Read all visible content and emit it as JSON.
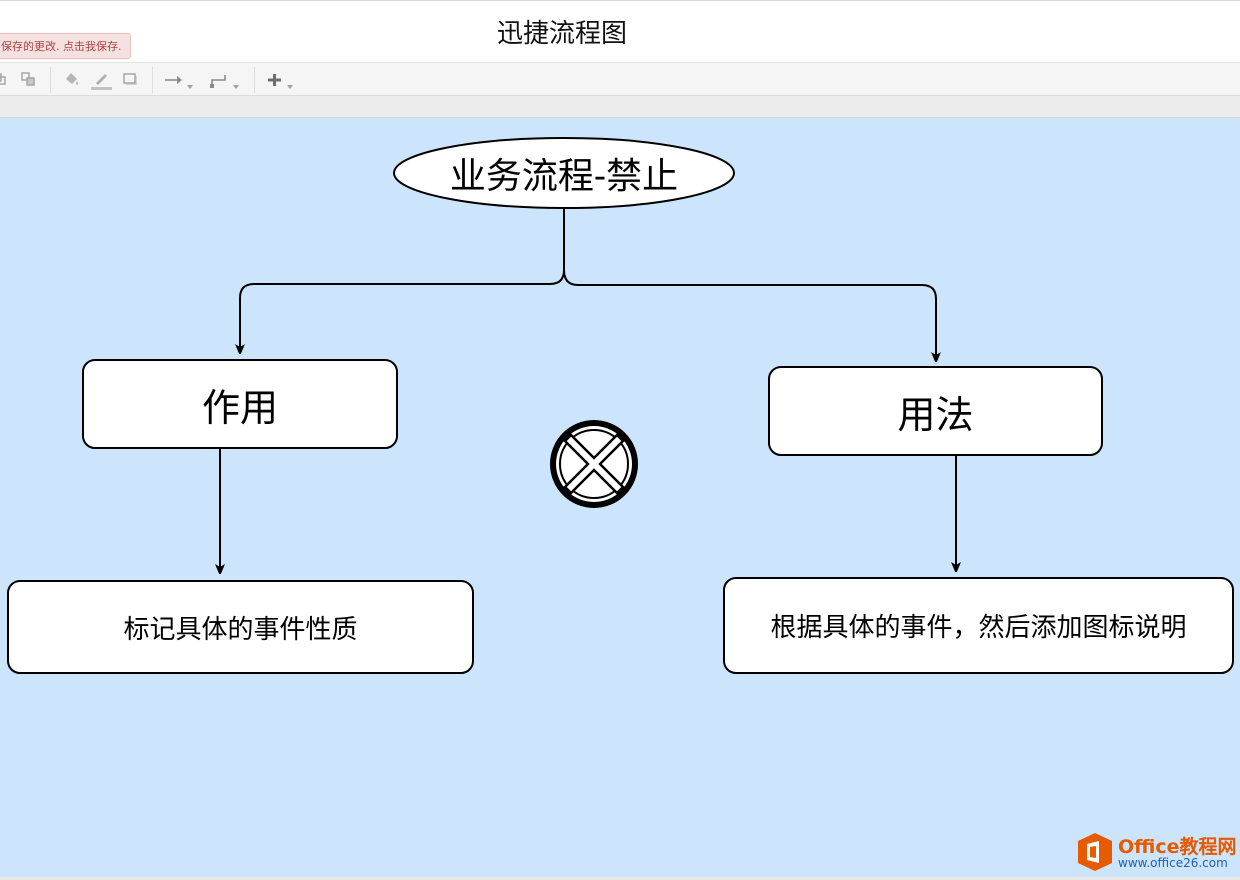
{
  "header": {
    "app_title": "迅捷流程图",
    "save_notice": "保存的更改. 点击我保存."
  },
  "toolbar": {
    "items": [
      "copy-icon",
      "duplicate-icon",
      "fill-color-icon",
      "line-color-icon",
      "shadow-icon",
      "connector-arrow-icon",
      "waypoint-icon",
      "insert-plus-icon"
    ]
  },
  "diagram": {
    "root_label": "业务流程-禁止",
    "left_branch_label": "作用",
    "right_branch_label": "用法",
    "left_detail_label": "标记具体的事件性质",
    "right_detail_label": "根据具体的事件，然后添加图标说明",
    "center_symbol": "prohibit-circle-x-icon"
  },
  "watermark": {
    "main": "Office教程网",
    "url": "www.office26.com",
    "colors": {
      "brand": "#e65a00",
      "url": "#1e5fb8"
    }
  },
  "colors": {
    "canvas": "#cce5fd",
    "stroke": "#000000",
    "node_fill": "#ffffff"
  }
}
